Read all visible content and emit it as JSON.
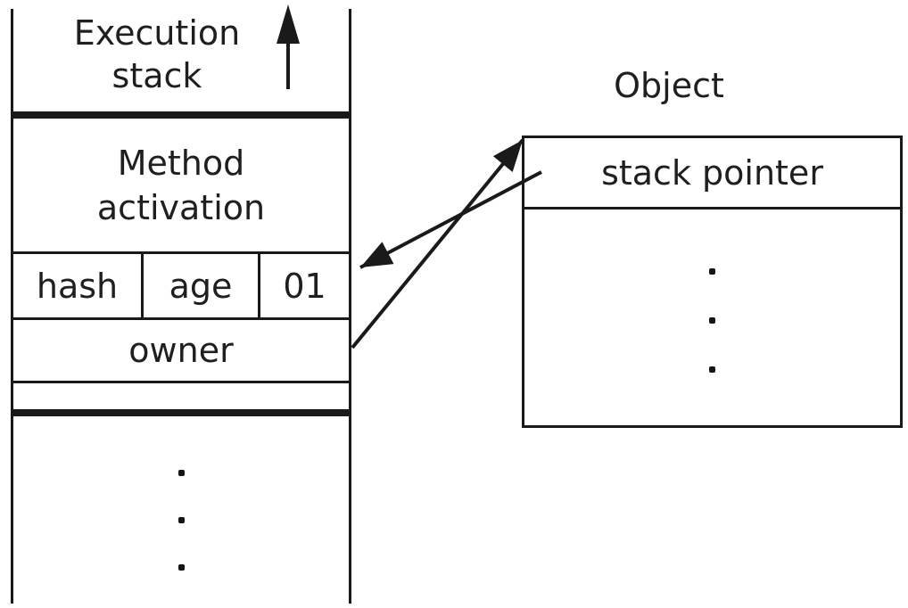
{
  "colors": {
    "background": "#ffffff",
    "ink": "#1a1a1a",
    "text": "#1f1f1f"
  },
  "stack": {
    "title": "Execution stack",
    "grow_direction_icon": "up-arrow",
    "method_activation_label": "Method activation",
    "fields": [
      "hash",
      "age",
      "01"
    ],
    "owner_label": "owner",
    "ellipsis_dot_count": 3
  },
  "object": {
    "title": "Object",
    "stack_pointer_label": "stack pointer",
    "ellipsis_dot_count": 3
  },
  "arrows": [
    {
      "name": "stack-pointer-arrow",
      "from": "object-stack-pointer-field",
      "to": "stack-activation-header-row"
    },
    {
      "name": "owner-reference-arrow",
      "from": "stack-owner-slot",
      "to": "object-header-corner"
    }
  ]
}
